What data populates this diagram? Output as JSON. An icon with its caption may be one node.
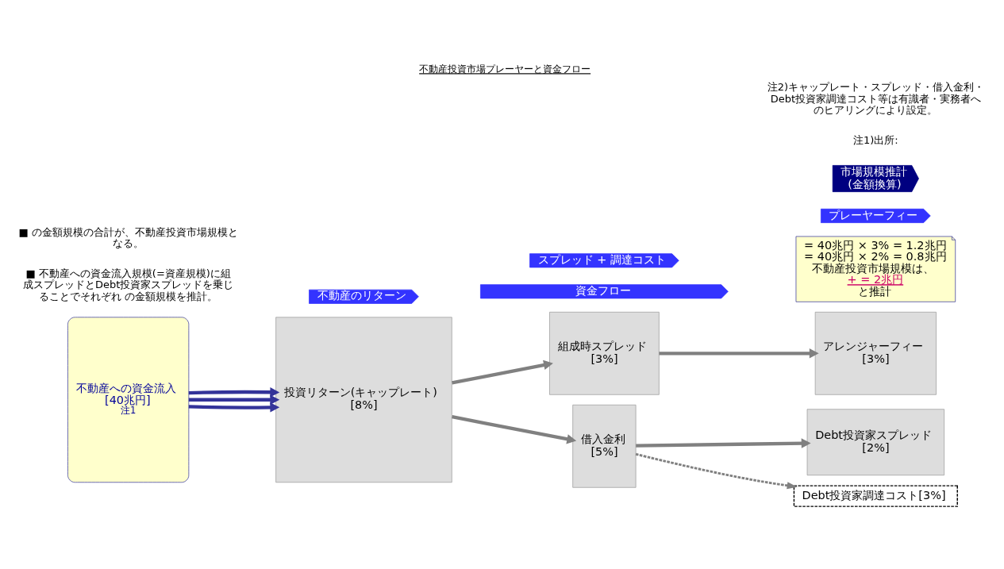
{
  "diagram": {
    "title": "不動産投資市場プレーヤーと資金フロー",
    "nodes": [
      {
        "text": [
          "不動産への資金流入",
          "[40兆円]",
          "注1"
        ]
      },
      {
        "text": [
          "投資リターン(キャップレート)",
          "[8%]"
        ]
      },
      {
        "text": [
          "組成時スプレッド",
          "[3%]"
        ]
      },
      {
        "text": [
          "借入金利",
          "[5%]"
        ]
      },
      {
        "text": [
          "アレンジャーフィー",
          "[3%]"
        ]
      },
      {
        "text": [
          "Debt投資家スプレッド",
          "[2%]"
        ]
      },
      {
        "text": [
          "Debt投資家調達コスト[3%]"
        ]
      },
      {
        "text": [
          "= 40兆円 × 3% = 1.2兆円",
          "= 40兆円 × 2% = 0.8兆円",
          "不動産投資市場規模は、",
          "+ = 2兆円",
          "と推計"
        ]
      },
      {
        "text": [
          "資金フロー"
        ]
      },
      {
        "text": [
          "不動産のリターン"
        ]
      },
      {
        "text": [
          "スプレッド + 調達コスト"
        ]
      },
      {
        "text": [
          "プレーヤーフィー"
        ]
      },
      {
        "text": [
          "市場規模推計",
          "(金額換算)"
        ]
      }
    ],
    "edges": [
      {
        "from": 0,
        "to": 1,
        "arrow": "to",
        "color": "#333399"
      },
      {
        "from": 0,
        "to": 1,
        "arrow": "to",
        "color": "#333399"
      },
      {
        "from": 0,
        "to": 1,
        "arrow": "to",
        "color": "#333399"
      },
      {
        "from": 1,
        "to": 2,
        "arrow": "to"
      },
      {
        "from": 1,
        "to": 3,
        "arrow": "to"
      },
      {
        "from": 2,
        "to": 4,
        "arrow": "to"
      },
      {
        "from": 3,
        "to": 5,
        "arrow": "to"
      },
      {
        "from": 3,
        "to": 6,
        "arrow": "to",
        "style": "dashed"
      }
    ],
    "labels": [
      "■ 不動産への資金流入規模(=資産規模)に組成スプレッドとDebt投資家スプレッドを乗じることでそれぞれ の金額規模を推計。",
      "■ の金額規模の合計が、不動産投資市場規模となる。",
      "注1)出所:",
      "注2)キャップレート・スプレッド・借入金利・Debt投資家調達コスト等は有識者・実務者へのヒアリングにより設定。"
    ]
  }
}
